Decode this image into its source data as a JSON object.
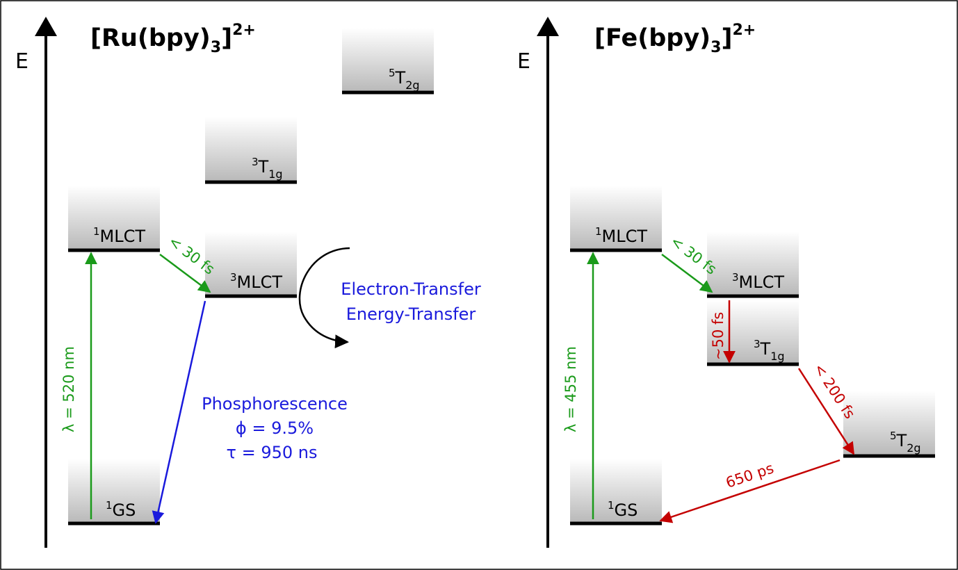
{
  "left": {
    "axis_label": "E",
    "title": {
      "base": "[Ru(bpy)",
      "sub": "3",
      "close": "]",
      "sup": "2+"
    },
    "states": {
      "gs": {
        "sup": "1",
        "base": "GS",
        "sub": ""
      },
      "mlct1": {
        "sup": "1",
        "base": "MLCT",
        "sub": ""
      },
      "mlct3": {
        "sup": "3",
        "base": "MLCT",
        "sub": ""
      },
      "t1g": {
        "sup": "3",
        "base": "T",
        "sub": "1g"
      },
      "t2g": {
        "sup": "5",
        "base": "T",
        "sub": "2g"
      }
    },
    "excitation": "λ = 520 nm",
    "isc": "< 30 fs",
    "phosphorescence": [
      "Phosphorescence",
      "ϕ = 9.5%",
      "τ = 950 ns"
    ],
    "transfer": [
      "Electron-Transfer",
      "Energy-Transfer"
    ]
  },
  "right": {
    "axis_label": "E",
    "title": {
      "base": "[Fe(bpy)",
      "sub": "3",
      "close": "]",
      "sup": "2+"
    },
    "states": {
      "gs": {
        "sup": "1",
        "base": "GS",
        "sub": ""
      },
      "mlct1": {
        "sup": "1",
        "base": "MLCT",
        "sub": ""
      },
      "mlct3": {
        "sup": "3",
        "base": "MLCT",
        "sub": ""
      },
      "t1g": {
        "sup": "3",
        "base": "T",
        "sub": "1g"
      },
      "t2g": {
        "sup": "5",
        "base": "T",
        "sub": "2g"
      }
    },
    "excitation": "λ = 455 nm",
    "isc": "< 30 fs",
    "mlct_to_t1g": "~50 fs",
    "t1g_to_t2g": "< 200 fs",
    "t2g_to_gs": "650 ps"
  },
  "colors": {
    "green": "#1a9a1a",
    "blue": "#1a1adc",
    "red": "#c40000",
    "black": "#000000"
  }
}
